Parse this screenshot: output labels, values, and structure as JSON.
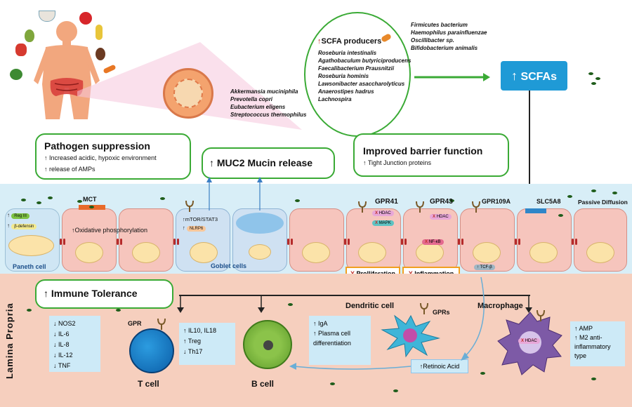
{
  "top": {
    "gut_bacteria": [
      "Akkermansia muciniphila",
      "Prevotella copri",
      "Eubacterium eligens",
      "Streptococcus thermophilus"
    ],
    "scfa_producers_title": "SCFA producers",
    "scfa_producers": [
      "Roseburia intestinalis",
      "Agathobaculum butyriciproducens",
      "Faecalibacterium Prausnitzii",
      "Roseburia hominis",
      "Lawsonibacter asaccharolyticus",
      "Anaerostipes hadrus",
      "Lachnospira"
    ],
    "other_bacteria": [
      "Firmicutes bacterium",
      "Haemophilus parainfluenzae",
      "Oscillibacter sp.",
      "Bifidobacterium animalis"
    ],
    "scfas_label": "SCFAs"
  },
  "boxes": {
    "pathogen_title": "Pathogen suppression",
    "pathogen_lines": [
      "Increased acidic, hypoxic environment",
      "release of AMPs"
    ],
    "muc2": "MUC2 Mucin release",
    "barrier_title": "Improved barrier function",
    "barrier_line": "Tight Junction proteins"
  },
  "epithelium": {
    "reg3": "Reg III",
    "bdefensin": "β-defensin",
    "paneth": "Paneth cell",
    "mct": "MCT",
    "oxphos": "Oxidative phosphorylation",
    "mtor": "mTOR/STAT3",
    "nlrp6": "NLRP6",
    "goblet": "Goblet cells",
    "gpr41": "GPR41",
    "gpr43": "GPR43",
    "gpr109a": "GPR109A",
    "slc5a8": "SLC5A8",
    "passive": "Passive Diffusion",
    "hdac": "HDAC",
    "mapk": "MAPK",
    "nfkb": "NF-κB",
    "tcfb": "TCF-β",
    "proliferation": "Prolliferation",
    "inflammation": "Inflammation"
  },
  "lamina": {
    "side_label": "Lamina Propria",
    "immune_tolerance": "Immune Tolerance",
    "list1": [
      "NOS2",
      "IL-6",
      "IL-8",
      "IL-12",
      "TNF"
    ],
    "gpr": "GPR",
    "list2": [
      "IL10, IL18",
      "Treg",
      "Th17"
    ],
    "tcell": "T cell",
    "bcell": "B cell",
    "list3": [
      "IgA",
      "Plasma cell differentiation"
    ],
    "dendritic": "Dendritic cell",
    "gprs": "GPRs",
    "retinoic": "Retinoic Acid",
    "macrophage": "Macrophage",
    "hdac": "HDAC",
    "list4": [
      "AMP",
      "M2 anti-inflammatory type"
    ]
  },
  "colors": {
    "green_border": "#3aaa35",
    "scfa_blue": "#1f9ad6",
    "lamina_bg": "#f6cfbe",
    "epi_cell": "#f6c5bd",
    "lumen": "#d8eef7",
    "list_bg": "#cdeaf7",
    "orange_border": "#f0a020"
  }
}
